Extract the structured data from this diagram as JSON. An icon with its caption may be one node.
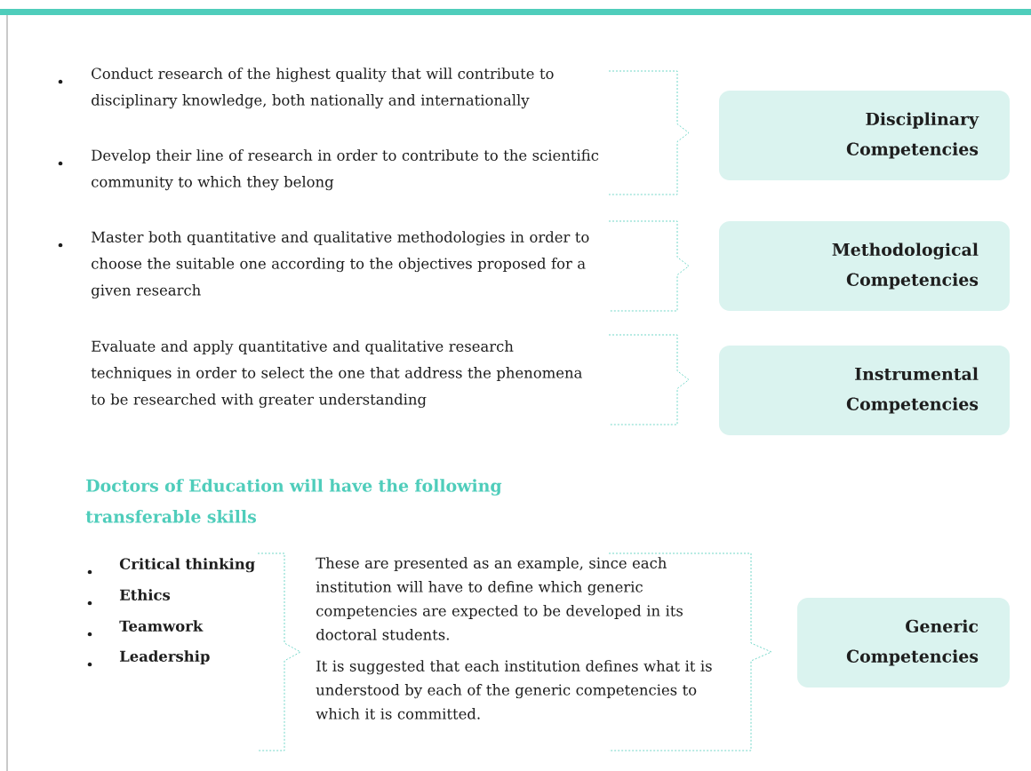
{
  "diagram": {
    "nodes": [
      {
        "text": [
          "Disciplinary Competencies"
        ]
      },
      {
        "text": [
          "Methodological Competencies"
        ]
      },
      {
        "text": [
          "Instrumental Competencies"
        ]
      },
      {
        "text": [
          "Generic Competencies"
        ]
      }
    ],
    "labels": [
      "Conduct research of the highest quality that will contribute to disciplinary knowledge, both nationally and internationally",
      "Develop their line of research in order to contribute to the scientific community to which they belong",
      "Master both quantitative and qualitative methodologies in order to choose the suitable one according to the objectives proposed for a given research",
      "Evaluate and apply quantitative and qualitative research techniques in order to select the one that address the phenomena to be researched with greater understanding",
      "Doctors of Education will have the following transferable skills",
      "Critical thinking",
      "Ethics",
      "Teamwork",
      "Leadership",
      "These are presented as an example, since each institution will have to define which generic competencies are expected to be developed in its doctoral students.",
      "It is suggested that each institution defines what it is understood by each of the generic competencies to which it is committed."
    ]
  }
}
